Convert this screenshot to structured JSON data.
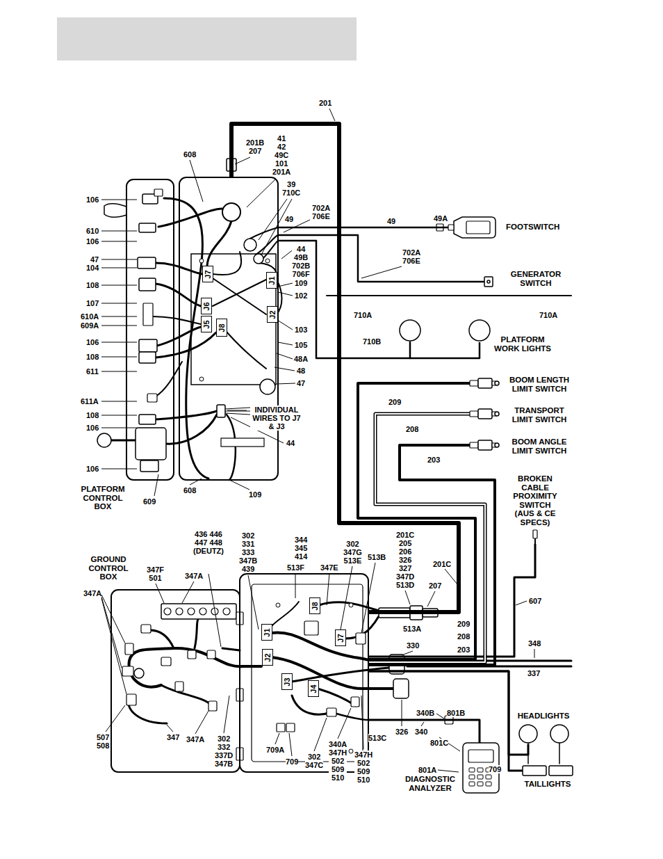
{
  "diagram": {
    "nodes": [
      {
        "text": [
          "PLATFORM CONTROL BOX"
        ]
      },
      {
        "text": [
          "J7"
        ],
        "in": 0
      },
      {
        "text": [
          "J1"
        ],
        "in": 0
      },
      {
        "text": [
          "J6"
        ],
        "in": 0
      },
      {
        "text": [
          "J2"
        ],
        "in": 0
      },
      {
        "text": [
          "J5"
        ],
        "in": 0
      },
      {
        "text": [
          "J8"
        ],
        "in": 0
      },
      {
        "text": [
          "FOOTSWITCH"
        ]
      },
      {
        "text": [
          "GENERATOR SWITCH"
        ]
      },
      {
        "text": [
          "PLATFORM WORK LIGHTS"
        ]
      },
      {
        "text": [
          "BOOM LENGTH LIMIT SWITCH"
        ]
      },
      {
        "text": [
          "TRANSPORT LIMIT SWITCH"
        ]
      },
      {
        "text": [
          "BOOM ANGLE LIMIT SWITCH"
        ]
      },
      {
        "text": [
          "BROKEN CABLE PROXIMITY SWITCH (AUS & CE SPECS)"
        ]
      },
      {
        "text": [
          "GROUND CONTROL BOX"
        ]
      },
      {
        "text": [
          "J8"
        ],
        "in": 14
      },
      {
        "text": [
          "J1"
        ],
        "in": 14
      },
      {
        "text": [
          "J7"
        ],
        "in": 14
      },
      {
        "text": [
          "J2"
        ],
        "in": 14
      },
      {
        "text": [
          "J3"
        ],
        "in": 14
      },
      {
        "text": [
          "J4"
        ],
        "in": 14
      },
      {
        "text": [
          "HEADLIGHTS"
        ]
      },
      {
        "text": [
          "DIAGNOSTIC ANALYZER"
        ]
      },
      {
        "text": [
          "TAILLIGHTS"
        ]
      }
    ],
    "edges": [
      {
        "from": 0,
        "to": 14,
        "arrow": "none"
      },
      {
        "from": 0,
        "to": 7,
        "arrow": "none"
      },
      {
        "from": 0,
        "to": 8,
        "arrow": "none"
      },
      {
        "from": 0,
        "to": 9,
        "arrow": "none"
      },
      {
        "from": 14,
        "to": 10,
        "arrow": "none"
      },
      {
        "from": 14,
        "to": 11,
        "arrow": "none"
      },
      {
        "from": 14,
        "to": 12,
        "arrow": "none"
      },
      {
        "from": 14,
        "to": 13,
        "arrow": "none"
      },
      {
        "from": 14,
        "to": 22,
        "arrow": "none"
      },
      {
        "from": 14,
        "to": 21,
        "arrow": "none"
      },
      {
        "from": 14,
        "to": 23,
        "arrow": "none"
      }
    ],
    "labels": [
      "201",
      "201B 207",
      "41 42 49C 101 201A",
      "608",
      "39 710C",
      "702A 706E",
      "49",
      "49",
      "49A",
      "702A 706E",
      "44 49B 702B 706F",
      "109",
      "102",
      "103",
      "105",
      "48A",
      "48",
      "47",
      "INDIVIDUAL WIRES TO J7 & J3",
      "44",
      "109",
      "608",
      "609",
      "106",
      "610",
      "106",
      "47",
      "104",
      "108",
      "107",
      "610A",
      "609A",
      "106",
      "108",
      "611",
      "611A",
      "108",
      "106",
      "106",
      "710A",
      "710A",
      "710B",
      "209",
      "208",
      "203",
      "436 446 447 448 (DEUTZ)",
      "302 331 333 347B 439",
      "344 345 414",
      "302 347G 513E",
      "513F",
      "347E",
      "513B",
      "201C 205 206 326 327 347D 513D",
      "201C",
      "207",
      "513A",
      "209",
      "208",
      "203",
      "330",
      "348",
      "337",
      "607",
      "347F 501",
      "347A",
      "347A",
      "507 508",
      "347",
      "347A",
      "302 332 337D 347B",
      "709A",
      "709",
      "302 347C",
      "340A 347H 502 509 510",
      "347H 502 509 510",
      "513C",
      "326",
      "340",
      "340B",
      "801B",
      "801C",
      "801A",
      "709"
    ]
  }
}
